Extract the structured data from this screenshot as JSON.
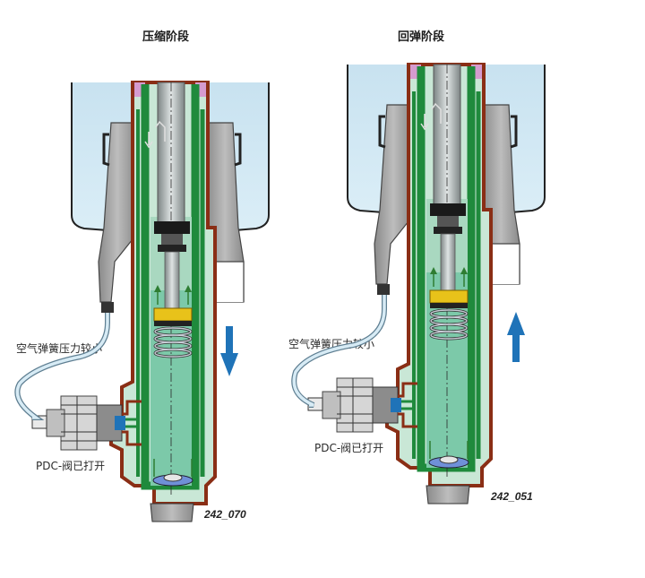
{
  "panels": [
    {
      "title": "压缩阶段",
      "air_spring_label": "空气弹簧压力较小",
      "valve_label": "PDC-阀已打开",
      "figure_code": "242_070",
      "direction_arrow": "down-arrow-icon"
    },
    {
      "title": "回弹阶段",
      "air_spring_label": "空气弹簧压力较小",
      "valve_label": "PDC-阀已打开",
      "figure_code": "242_051",
      "direction_arrow": "up-arrow-icon"
    }
  ],
  "colors": {
    "air_spring": "#cfe6f2",
    "outer_tube": "#7a2a14",
    "green_wall": "#1f8a3c",
    "oil": "#7cc9a9",
    "rod": "#9da6a6",
    "piston_top": "#e8c21a",
    "arrow": "#1f73b8",
    "hose": "#bcd9ea"
  }
}
